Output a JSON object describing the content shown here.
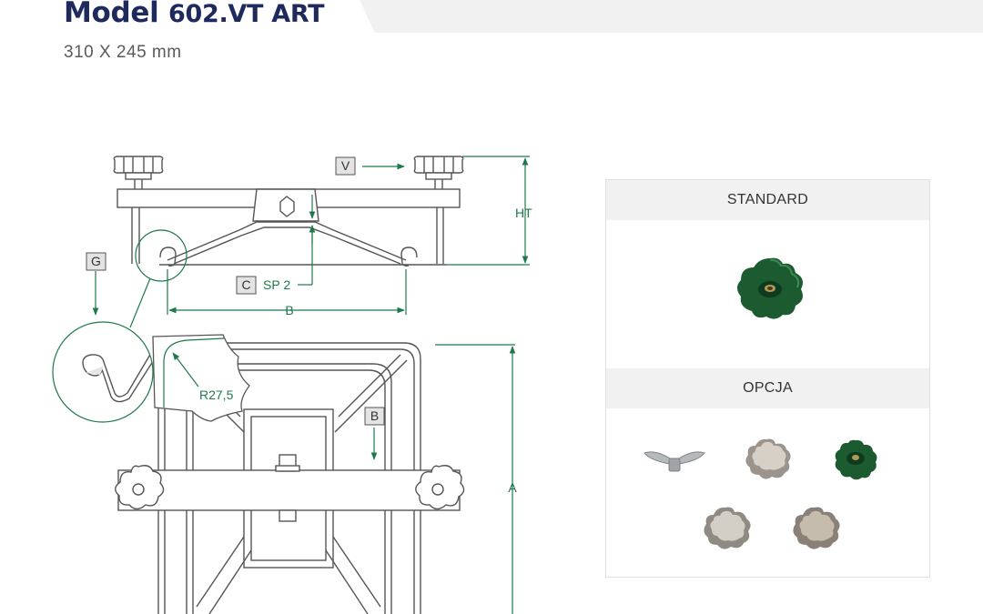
{
  "header": {
    "title_model": "Model",
    "title_code": "602.VT ART",
    "subtitle": "310 X 245 mm"
  },
  "drawing": {
    "labels": {
      "V": "V",
      "HT": "HT",
      "G": "G",
      "C": "C",
      "SP": "SP 2",
      "B_width": "B",
      "B_box": "B",
      "R": "R27,5",
      "A": "A"
    }
  },
  "panel": {
    "standard_label": "STANDARD",
    "option_label": "OPCJA"
  },
  "colors": {
    "title": "#1f2a5c",
    "dimension_green": "#1e7a4a",
    "line": "#555555",
    "knob_green": "#1c5a30",
    "panel_header": "#f1f1f1"
  },
  "icons": {
    "standard": [
      "green-star-knob-icon"
    ],
    "options": [
      "wing-nut-icon",
      "chrome-star-knob-icon",
      "green-star-knob-small-icon",
      "chrome-star-knob-2-icon",
      "chrome-star-knob-3-icon"
    ]
  }
}
